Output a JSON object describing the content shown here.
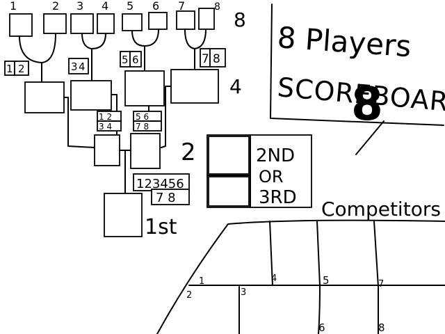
{
  "title": {
    "line1": "8 Players",
    "line2": "SCOREBOARD",
    "big_number": "8"
  },
  "bracket": {
    "slot_numbers": [
      "1",
      "2",
      "3",
      "4",
      "5",
      "6",
      "7",
      "8"
    ],
    "round1_count": "8",
    "round2_count": "4",
    "round3_count": "2",
    "pair_labels": [
      {
        "a": "1",
        "b": "2"
      },
      {
        "a": "3",
        "b": "4"
      },
      {
        "a": "5",
        "b": "6"
      },
      {
        "a": "7",
        "b": "8"
      }
    ],
    "quad_labels": [
      {
        "r1": "1 2",
        "r2": "3 4"
      },
      {
        "r1": "5 6",
        "r2": "7 8"
      }
    ],
    "final_label_line1": "123456",
    "final_label_line2": "7 8",
    "first_place_label": "1st",
    "second_third_label": [
      "2ND",
      "OR",
      "3RD"
    ]
  },
  "competitors": {
    "heading": "Competitors",
    "seat_numbers": [
      "1",
      "2",
      "3",
      "4",
      "5",
      "6",
      "7",
      "8"
    ]
  }
}
